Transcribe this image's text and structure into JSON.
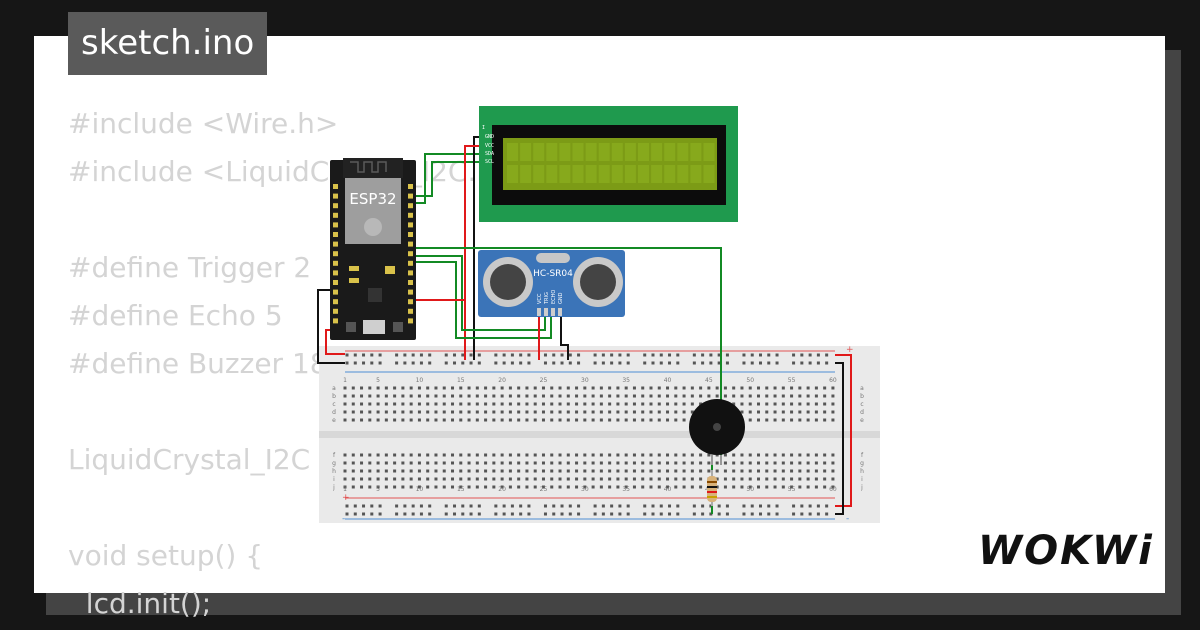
{
  "file_tab": {
    "label": "sketch.ino"
  },
  "code_lines": [
    "#include <Wire.h>",
    "#include <LiquidCrystal_I2C.h>",
    "",
    "#define Trigger 2",
    "#define Echo 5",
    "#define Buzzer 18",
    "",
    "LiquidCrystal_I2C lcd(0x27, 16, 2);",
    "",
    "void setup() {",
    "  lcd.init();"
  ],
  "components": {
    "esp32": {
      "label": "ESP32"
    },
    "lcd": {
      "pins": [
        "I",
        "GND",
        "VCC",
        "SDA",
        "SCL"
      ]
    },
    "ultrasonic": {
      "label": "HC-SR04",
      "pins": [
        "VCC",
        "TRIG",
        "ECHO",
        "GND"
      ]
    }
  },
  "breadboard": {
    "column_numbers": [
      "1",
      "5",
      "10",
      "15",
      "20",
      "25",
      "30",
      "35",
      "40",
      "45",
      "50",
      "55",
      "60"
    ],
    "row_letters_top": [
      "a",
      "b",
      "c",
      "d",
      "e"
    ],
    "row_letters_bottom": [
      "f",
      "g",
      "h",
      "i",
      "j"
    ],
    "rail_plus": "+",
    "rail_minus": "-"
  },
  "brand": {
    "logo": "WOKWi"
  },
  "colors": {
    "background": "#161616",
    "card": "#ffffff",
    "tab": "#5a5a5a",
    "code_text": "#d4d4d4",
    "lcd_board": "#1f9a4e",
    "lcd_screen": "#7c9b16",
    "sensor": "#3b74b8",
    "wire_green": "#138a24",
    "wire_red": "#e0191a",
    "wire_black": "#111111"
  }
}
